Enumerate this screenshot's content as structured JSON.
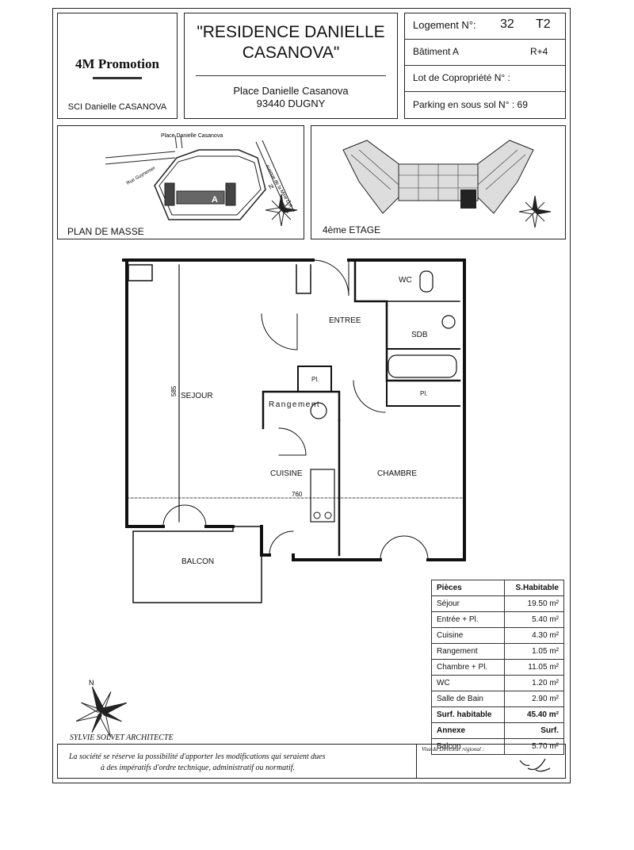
{
  "company": {
    "name": "4M Promotion",
    "sci": "SCI Danielle CASANOVA"
  },
  "residence": {
    "title_line1": "\"RESIDENCE DANIELLE",
    "title_line2": "CASANOVA\"",
    "address_line1": "Place Danielle Casanova",
    "address_line2": "93440 DUGNY"
  },
  "info": {
    "logement_label": "Logement N°:",
    "logement_number": "32",
    "logement_type": "T2",
    "batiment": "Bâtiment A",
    "level": "R+4",
    "lot": "Lot de Copropriété N° :",
    "parking": "Parking en sous sol N° : 69"
  },
  "plans": {
    "masse_label": "PLAN DE MASSE",
    "etage_label": "4ème ETAGE",
    "site_label_place": "Place Danielle Casanova",
    "site_label_rue": "Rue Guynemer",
    "site_label_avenue": "Avenue de la Mine D.R",
    "site_building": "A"
  },
  "floor_plan": {
    "rooms": {
      "sejour": "SEJOUR",
      "entree": "ENTREE",
      "wc": "WC",
      "sdb": "SDB",
      "pl1": "Pl.",
      "pl2": "Pl.",
      "rangement": "Rangement",
      "cuisine": "CUISINE",
      "chambre": "CHAMBRE",
      "balcon": "BALCON"
    },
    "dimensions": {
      "height": "585",
      "width": "760"
    }
  },
  "surfaces": {
    "header_pieces": "Pièces",
    "header_surface": "S.Habitable",
    "rows": [
      {
        "name": "Séjour",
        "value": "19.50 m²"
      },
      {
        "name": "Entrée + Pl.",
        "value": "5.40 m²"
      },
      {
        "name": "Cuisine",
        "value": "4.30 m²"
      },
      {
        "name": "Rangement",
        "value": "1.05 m²"
      },
      {
        "name": "Chambre + Pl.",
        "value": "11.05 m²"
      },
      {
        "name": "WC",
        "value": "1.20 m²"
      },
      {
        "name": "Salle de Bain",
        "value": "2.90 m²"
      }
    ],
    "total_label": "Surf. habitable",
    "total_value": "45.40 m²",
    "annexe_label": "Annexe",
    "annexe_header": "Surf.",
    "balcon_label": "Balcon",
    "balcon_value": "5.70 m²"
  },
  "footer": {
    "architect": "SYLVIE SOLVET ARCHITECTE",
    "disclaimer_line1": "La société se réserve la possibilité d'apporter les modifications qui seraient dues",
    "disclaimer_line2": "à des impératifs d'ordre technique, administratif ou normatif.",
    "visa_label": "Visa du Directeur régional :",
    "north": "N"
  }
}
